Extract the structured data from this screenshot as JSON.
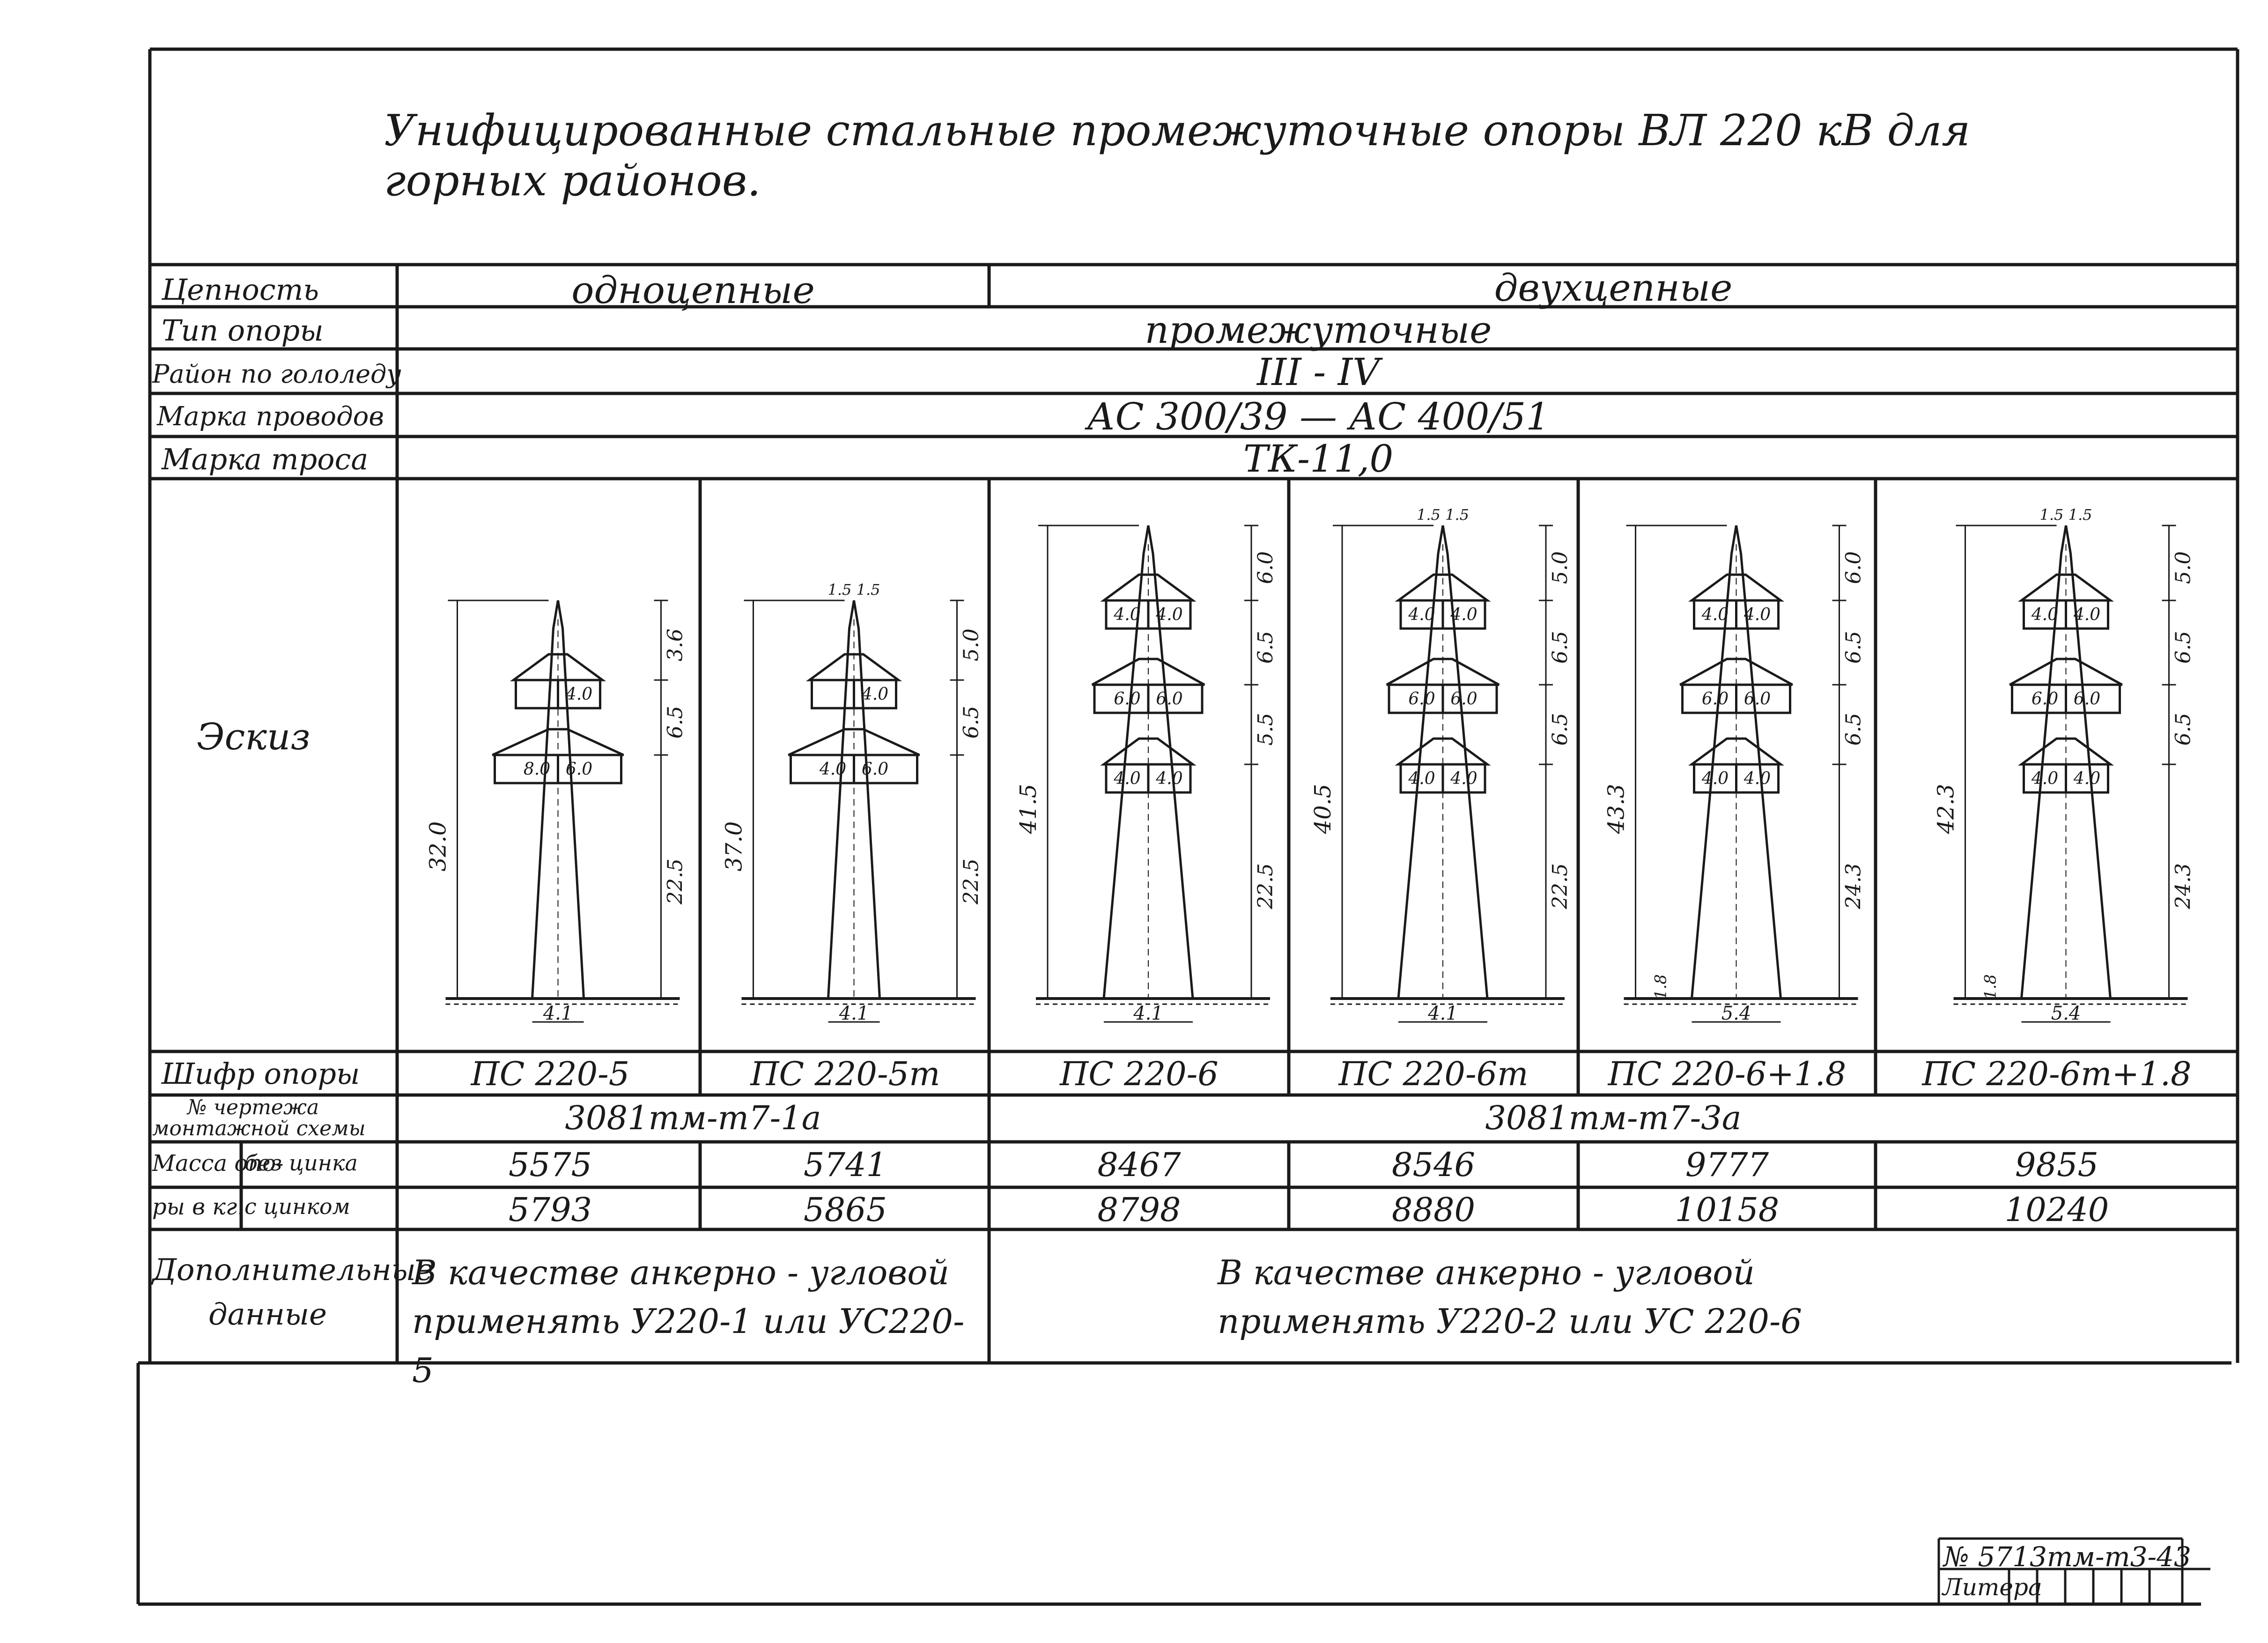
{
  "title": "Унифицированные стальные промежуточные опоры ВЛ 220 кВ для горных районов.",
  "rows": {
    "circuit": {
      "label": "Цепность",
      "single": "одноцепные",
      "double": "двухцепные"
    },
    "support_type": {
      "label": "Тип опоры",
      "value": "промежуточные"
    },
    "ice_region": {
      "label": "Район по гололеду",
      "value": "III - IV"
    },
    "wire_brand": {
      "label": "Марка проводов",
      "value": "АС 300/39 — АС 400/51"
    },
    "cable_brand": {
      "label": "Марка троса",
      "value": "ТК-11,0"
    },
    "sketch": {
      "label": "Эскиз"
    },
    "code": {
      "label": "Шифр опоры"
    },
    "drawing": {
      "label_line1": "№ чертежа",
      "label_line2": "монтажной схемы",
      "single": "3081тм-т7-1а",
      "double": "3081тм-т7-3а"
    },
    "mass": {
      "label_line1": "Масса опо-",
      "label_line2": "ры в кг.",
      "without_zinc": "без цинка",
      "with_zinc": "с цинком"
    },
    "extra": {
      "label_line1": "Дополнительные",
      "label_line2": "данные",
      "single_line1": "В качестве анкерно - угловой",
      "single_line2": "применять У220-1 или УС220-5",
      "double_line1": "В качестве анкерно - угловой",
      "double_line2": "применять У220-2 или УС 220-6"
    }
  },
  "towers": [
    {
      "code": "ПС 220-5",
      "mass_without_zinc": "5575",
      "mass_with_zinc": "5793",
      "height": "32.0",
      "dims": [
        "3.6",
        "6.5",
        "22.5"
      ],
      "arms": [
        "4.0",
        "8.0",
        "6.0"
      ],
      "base": "4.1"
    },
    {
      "code": "ПС 220-5т",
      "mass_without_zinc": "5741",
      "mass_with_zinc": "5865",
      "height": "37.0",
      "dims": [
        "5.0",
        "6.5",
        "22.5"
      ],
      "arms": [
        "4.0",
        "4.0",
        "6.0"
      ],
      "base": "4.1",
      "top": "1.5 1.5"
    },
    {
      "code": "ПС 220-6",
      "mass_without_zinc": "8467",
      "mass_with_zinc": "8798",
      "height": "41.5",
      "dims": [
        "6.0",
        "6.5",
        "5.5",
        "22.5"
      ],
      "arms": [
        "4.0",
        "4.0",
        "6.0",
        "6.0",
        "4.0",
        "4.0"
      ],
      "base": "4.1"
    },
    {
      "code": "ПС 220-6т",
      "mass_without_zinc": "8546",
      "mass_with_zinc": "8880",
      "height": "40.5",
      "dims": [
        "5.0",
        "6.5",
        "6.5",
        "22.5"
      ],
      "arms": [
        "4.0",
        "4.0",
        "6.0",
        "6.0",
        "4.0",
        "4.0"
      ],
      "base": "4.1",
      "top": "1.5 1.5"
    },
    {
      "code": "ПС 220-6+1.8",
      "mass_without_zinc": "9777",
      "mass_with_zinc": "10158",
      "height": "43.3",
      "dims": [
        "6.0",
        "6.5",
        "6.5",
        "24.3"
      ],
      "arms": [
        "4.0",
        "4.0",
        "6.0",
        "6.0",
        "4.0",
        "4.0"
      ],
      "base": "5.4",
      "leg": "1.8"
    },
    {
      "code": "ПС 220-6т+1.8",
      "mass_without_zinc": "9855",
      "mass_with_zinc": "10240",
      "height": "42.3",
      "dims": [
        "5.0",
        "6.5",
        "6.5",
        "24.3"
      ],
      "arms": [
        "4.0",
        "4.0",
        "6.0",
        "6.0",
        "4.0",
        "4.0"
      ],
      "base": "5.4",
      "leg": "1.8",
      "top": "1.5 1.5"
    }
  ],
  "stamp": {
    "number": "№ 5713тм-т3-43",
    "litera": "Литера"
  }
}
